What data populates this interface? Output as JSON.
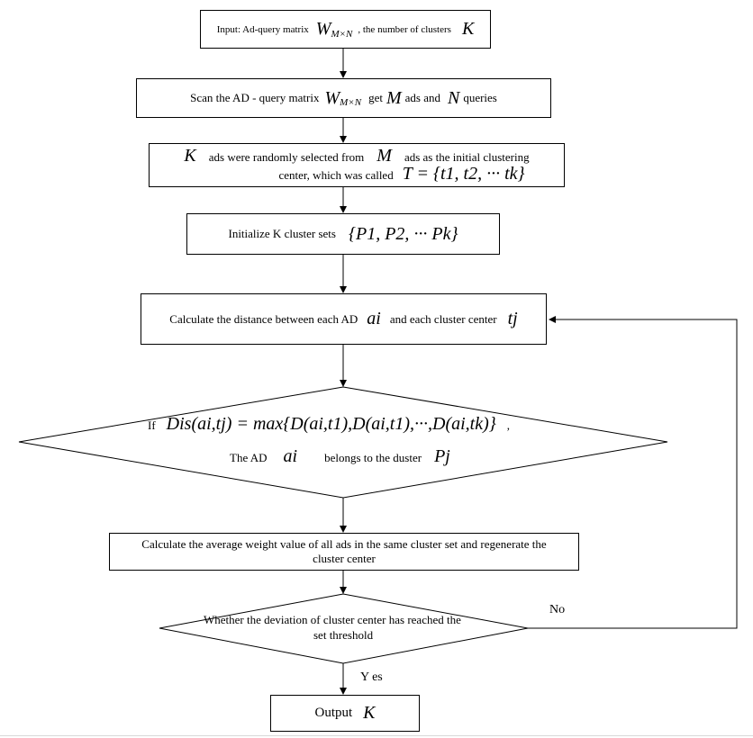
{
  "step_input": {
    "prefix": "Input: Ad-query matrix",
    "matrix_symbol": "W",
    "matrix_subscript": "M×N",
    "suffix": ", the number of clusters",
    "k_symbol": "K"
  },
  "step_scan": {
    "prefix": "Scan the AD - query matrix",
    "matrix_symbol": "W",
    "matrix_subscript": "M×N",
    "get": "get",
    "m_symbol": "M",
    "ads": "ads and",
    "n_symbol": "N",
    "queries": "queries"
  },
  "step_select": {
    "k_symbol": "K",
    "line1_mid": "ads were randomly selected from",
    "m_symbol": "M",
    "line1_end": "ads as the initial clustering",
    "line2": "center, which was called",
    "set_expr": "T = {t1, t2, ··· tk}"
  },
  "step_init": {
    "text": "Initialize K cluster sets",
    "set_expr": "{P1, P2, ··· Pk}"
  },
  "step_distance": {
    "text_a": "Calculate the distance between each AD",
    "a_symbol": "ai",
    "text_b": "and each cluster center",
    "t_symbol": "tj"
  },
  "decision_assign": {
    "if": "If",
    "formula": "Dis(ai,tj) = max{D(ai,t1),D(ai,t1),···,D(ai,tk)}",
    "comma": ",",
    "line2_a": "The AD",
    "a_symbol": "ai",
    "line2_b": "belongs to the duster",
    "p_symbol": "Pj"
  },
  "step_regenerate": {
    "line1": "Calculate the average weight value of all ads in the same cluster set and regenerate the",
    "line2": "cluster center"
  },
  "decision_threshold": {
    "line1": "Whether the deviation of cluster center has reached the",
    "line2": "set threshold",
    "no_label": "No",
    "yes_label": "Y es"
  },
  "step_output": {
    "text": "Output",
    "k_symbol": "K"
  }
}
